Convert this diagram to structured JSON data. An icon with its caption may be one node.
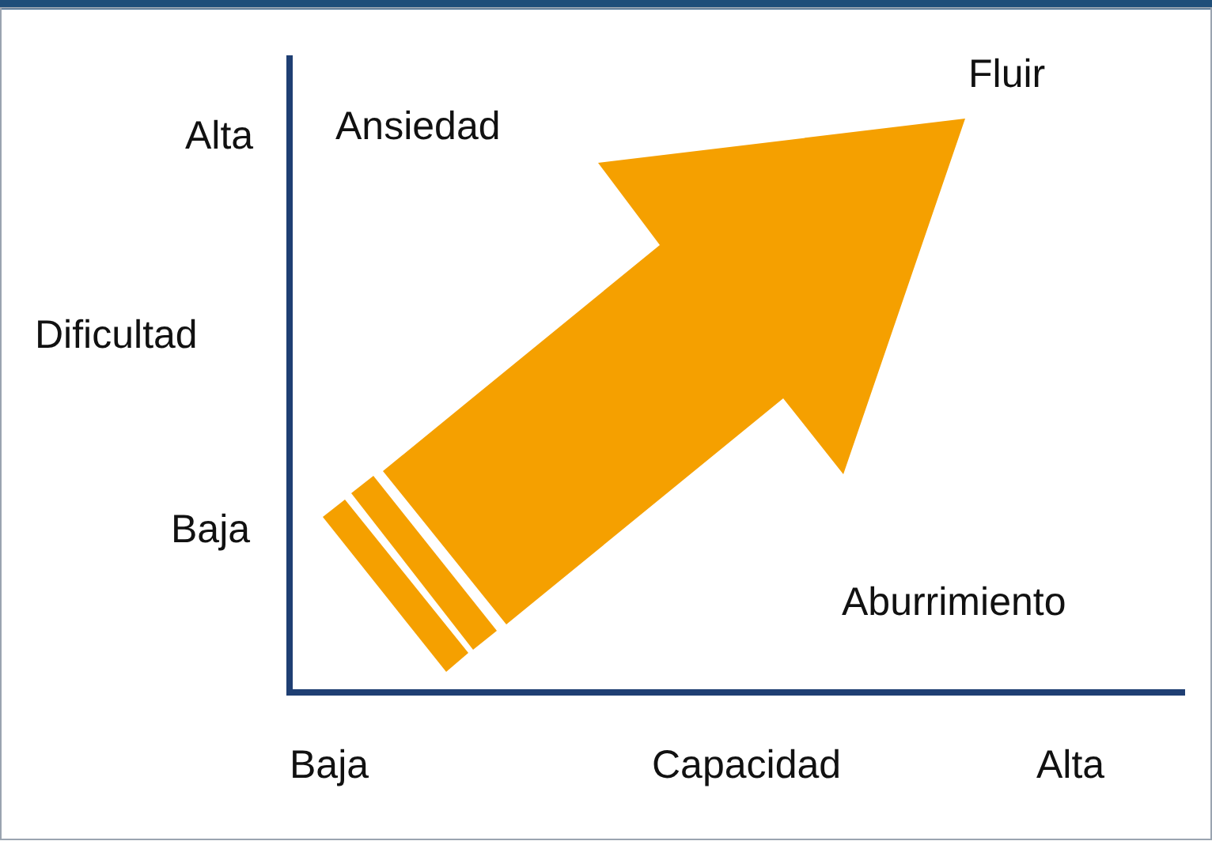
{
  "diagram": {
    "labels": [
      "Fluir",
      "Alta",
      "Ansiedad",
      "Dificultad",
      "Baja",
      "Aburrimiento",
      "Baja",
      "Capacidad",
      "Alta"
    ]
  }
}
